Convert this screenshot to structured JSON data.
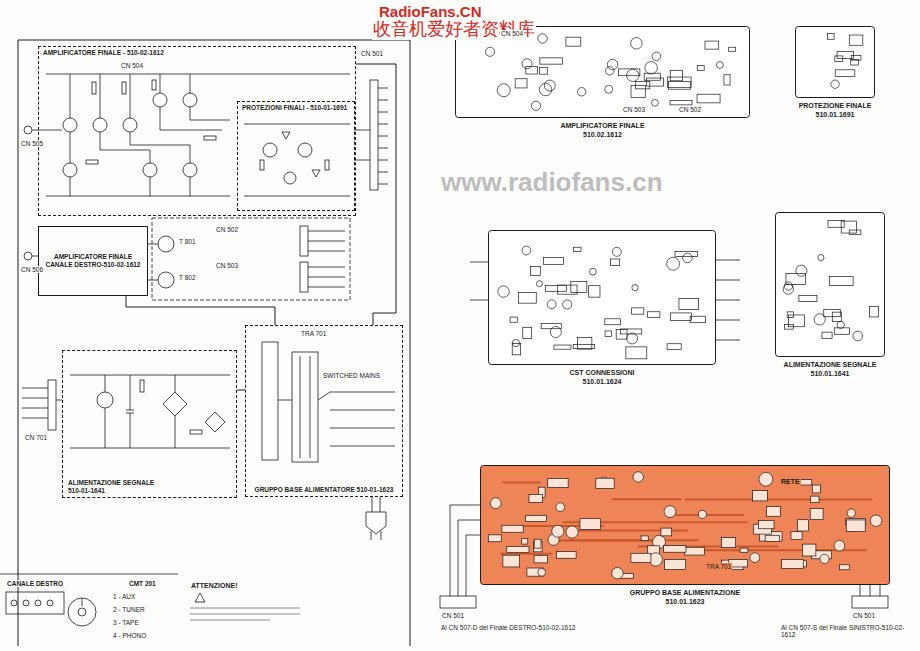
{
  "diagram": {
    "nodes": [
      {
        "text": [
          "AMPLIFICATORE FINALE - 510-02-1612"
        ]
      },
      {
        "text": [
          "PROTEZIONI FINALI - 510-01-1691"
        ],
        "in": 0
      },
      {
        "text": [
          "AMPLIFICATORE FINALE CANALE DESTRO-510-02-1612"
        ]
      },
      {
        "text": [
          "ALIMENTAZIONE SEGNALE",
          "510-01-1641"
        ]
      },
      {
        "text": [
          "GRUPPO BASE ALIMENTATORE 510-01-1623"
        ]
      },
      {
        "text": [
          "AMPLIFICATORE FINALE",
          "510.02.1612"
        ]
      },
      {
        "text": [
          "PROTEZIONE FINALE",
          "510.01.1691"
        ]
      },
      {
        "text": [
          "CST CONNESSIONI",
          "510.01.1624"
        ]
      },
      {
        "text": [
          "ALIMENTAZIONE SEGNALE",
          "510.01.1641"
        ]
      },
      {
        "text": [
          "GRUPPO BASE ALIMENTAZIONE",
          "510.01.1623"
        ]
      }
    ],
    "edges": [
      {
        "from": 0,
        "to": 4,
        "arrow": "none"
      },
      {
        "from": 2,
        "to": 4,
        "arrow": "none"
      },
      {
        "from": 3,
        "to": 4,
        "arrow": "none"
      }
    ],
    "labels": [
      "RadioFans.CN",
      "收音机爱好者资料库",
      "www.radiofans.cn",
      "CN 501",
      "CN 504",
      "CN 505",
      "CN 506",
      "T 801",
      "T 802",
      "CN 502",
      "CN 503",
      "CN 701",
      "TRA 701",
      "SWITCHED MAINS",
      "CANALE DESTRO",
      "CMT 201",
      "1 - AUX",
      "2 - TUNER",
      "3 - TAPE",
      "4 - PHONO",
      "ATTENZIONE!",
      "CN 504",
      "CN 503",
      "CN 502",
      "RETE",
      "TRA 701",
      "CN 501",
      "CN 501",
      "Al CN 507-D del Finale DESTRO-510-02-1612",
      "Al CN 507-S del Finale SINISTRO-510-02-1612"
    ]
  }
}
